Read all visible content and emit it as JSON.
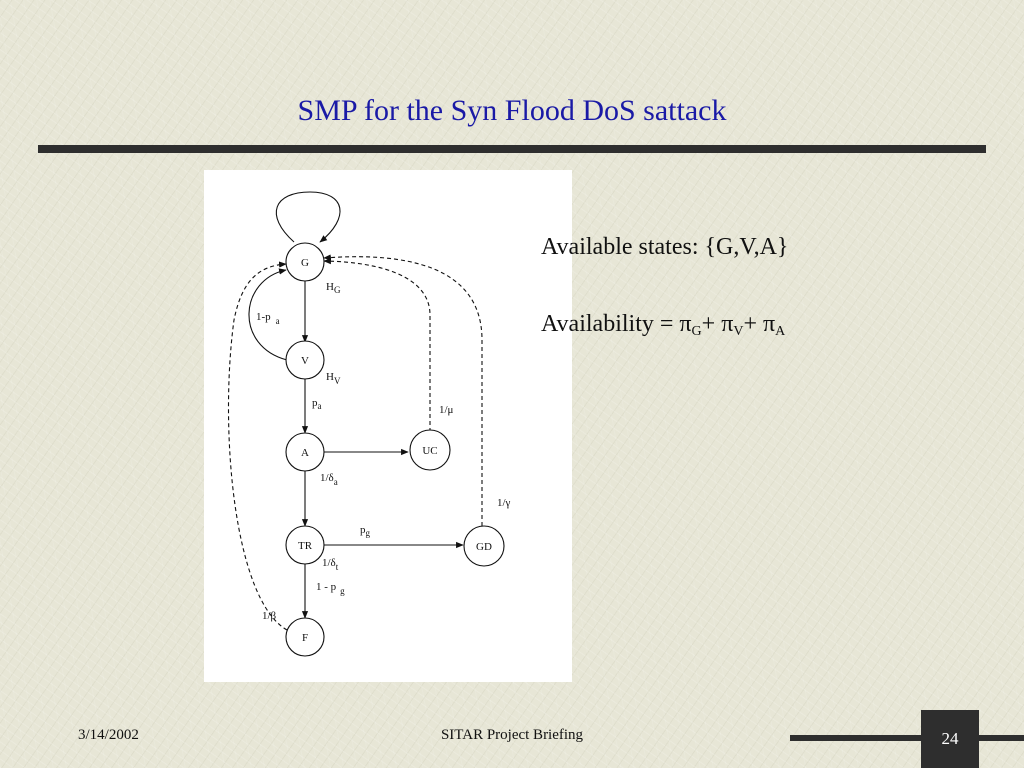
{
  "slide": {
    "title": "SMP for the Syn Flood DoS sattack",
    "date": "3/14/2002",
    "footer": "SITAR Project Briefing",
    "page_number": "24"
  },
  "info": {
    "states_label": "Available states:",
    "states_value": "{G,V,A}",
    "availability_label": "Availability =",
    "pi": "π",
    "sub_g": "G",
    "sub_v": "V",
    "sub_a": "A",
    "plus": "+"
  },
  "diagram": {
    "nodes": {
      "g": "G",
      "v": "V",
      "a": "A",
      "uc": "UC",
      "tr": "TR",
      "gd": "GD",
      "f": "F"
    },
    "edges": {
      "h_g": "H",
      "h_g_sub": "G",
      "one_minus_pa": "1-p",
      "one_minus_pa_sub": "a",
      "h_v": "H",
      "h_v_sub": "V",
      "p_a": "p",
      "p_a_sub": "a",
      "inv_mu": "1/μ",
      "inv_delta_a": "1/δ",
      "inv_delta_a_sub": "a",
      "inv_gamma": "1/γ",
      "p_g": "p",
      "p_g_sub": "g",
      "inv_delta_t": "1/δ",
      "inv_delta_t_sub": "t",
      "one_minus_pg": "1 - p",
      "one_minus_pg_sub": "g",
      "inv_beta": "1/β"
    }
  }
}
